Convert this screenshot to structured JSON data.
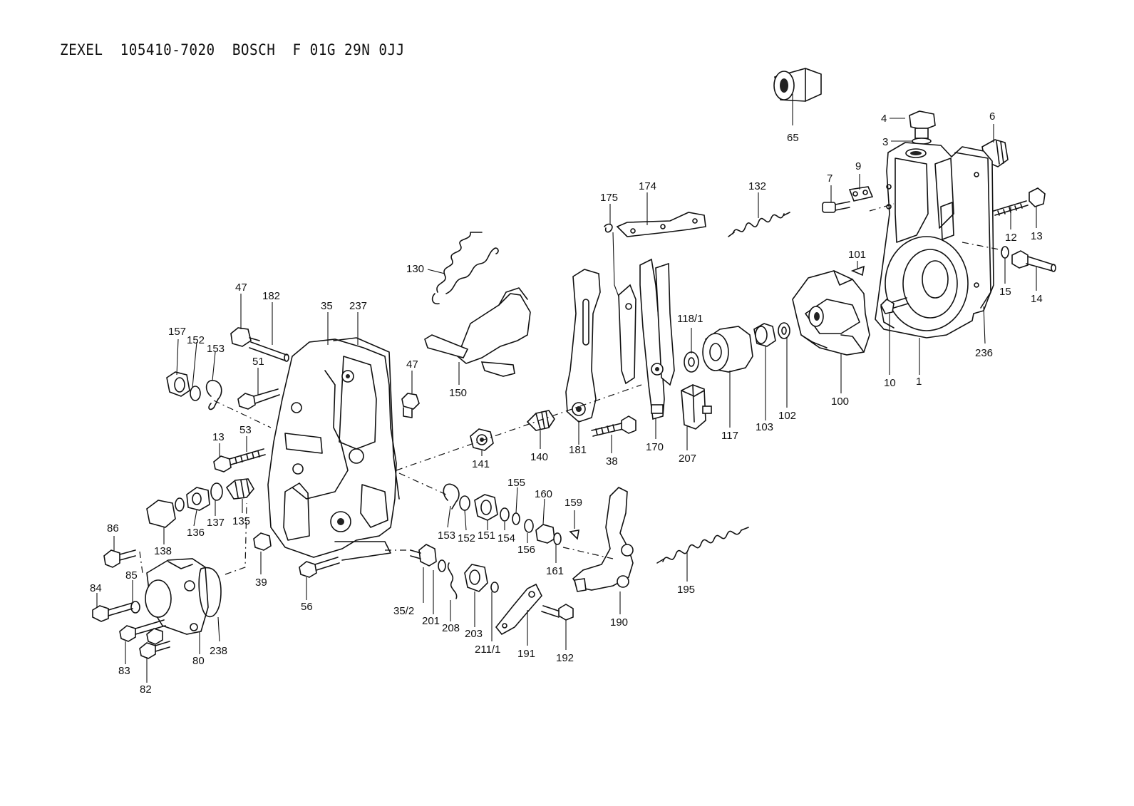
{
  "title": "ZEXEL  105410-7020  BOSCH  F 01G 29N 0JJ",
  "callouts": [
    {
      "id": "65",
      "text": "65"
    },
    {
      "id": "4",
      "text": "4"
    },
    {
      "id": "3",
      "text": "3"
    },
    {
      "id": "6",
      "text": "6"
    },
    {
      "id": "7",
      "text": "7"
    },
    {
      "id": "9",
      "text": "9"
    },
    {
      "id": "13a",
      "text": "13"
    },
    {
      "id": "12",
      "text": "12"
    },
    {
      "id": "101",
      "text": "101"
    },
    {
      "id": "15",
      "text": "15"
    },
    {
      "id": "14",
      "text": "14"
    },
    {
      "id": "236",
      "text": "236"
    },
    {
      "id": "10",
      "text": "10"
    },
    {
      "id": "1",
      "text": "1"
    },
    {
      "id": "100",
      "text": "100"
    },
    {
      "id": "102",
      "text": "102"
    },
    {
      "id": "103",
      "text": "103"
    },
    {
      "id": "117",
      "text": "117"
    },
    {
      "id": "118_1",
      "text": "118/1"
    },
    {
      "id": "207",
      "text": "207"
    },
    {
      "id": "170",
      "text": "170"
    },
    {
      "id": "175",
      "text": "175"
    },
    {
      "id": "174",
      "text": "174"
    },
    {
      "id": "132",
      "text": "132"
    },
    {
      "id": "181",
      "text": "181"
    },
    {
      "id": "38",
      "text": "38"
    },
    {
      "id": "130",
      "text": "130"
    },
    {
      "id": "150",
      "text": "150"
    },
    {
      "id": "140",
      "text": "140"
    },
    {
      "id": "141",
      "text": "141"
    },
    {
      "id": "47a",
      "text": "47"
    },
    {
      "id": "182",
      "text": "182"
    },
    {
      "id": "35",
      "text": "35"
    },
    {
      "id": "237",
      "text": "237"
    },
    {
      "id": "47b",
      "text": "47"
    },
    {
      "id": "157",
      "text": "157"
    },
    {
      "id": "152a",
      "text": "152"
    },
    {
      "id": "153a",
      "text": "153"
    },
    {
      "id": "51",
      "text": "51"
    },
    {
      "id": "13b",
      "text": "13"
    },
    {
      "id": "53",
      "text": "53"
    },
    {
      "id": "135",
      "text": "135"
    },
    {
      "id": "137",
      "text": "137"
    },
    {
      "id": "136",
      "text": "136"
    },
    {
      "id": "138",
      "text": "138"
    },
    {
      "id": "39",
      "text": "39"
    },
    {
      "id": "56",
      "text": "56"
    },
    {
      "id": "86",
      "text": "86"
    },
    {
      "id": "85",
      "text": "85"
    },
    {
      "id": "84",
      "text": "84"
    },
    {
      "id": "83",
      "text": "83"
    },
    {
      "id": "82",
      "text": "82"
    },
    {
      "id": "80",
      "text": "80"
    },
    {
      "id": "238",
      "text": "238"
    },
    {
      "id": "153b",
      "text": "153"
    },
    {
      "id": "152b",
      "text": "152"
    },
    {
      "id": "151",
      "text": "151"
    },
    {
      "id": "155",
      "text": "155"
    },
    {
      "id": "154",
      "text": "154"
    },
    {
      "id": "160",
      "text": "160"
    },
    {
      "id": "156",
      "text": "156"
    },
    {
      "id": "159",
      "text": "159"
    },
    {
      "id": "161",
      "text": "161"
    },
    {
      "id": "35_2",
      "text": "35/2"
    },
    {
      "id": "201",
      "text": "201"
    },
    {
      "id": "208",
      "text": "208"
    },
    {
      "id": "203",
      "text": "203"
    },
    {
      "id": "211_1",
      "text": "211/1"
    },
    {
      "id": "191",
      "text": "191"
    },
    {
      "id": "192",
      "text": "192"
    },
    {
      "id": "190",
      "text": "190"
    },
    {
      "id": "195",
      "text": "195"
    }
  ]
}
